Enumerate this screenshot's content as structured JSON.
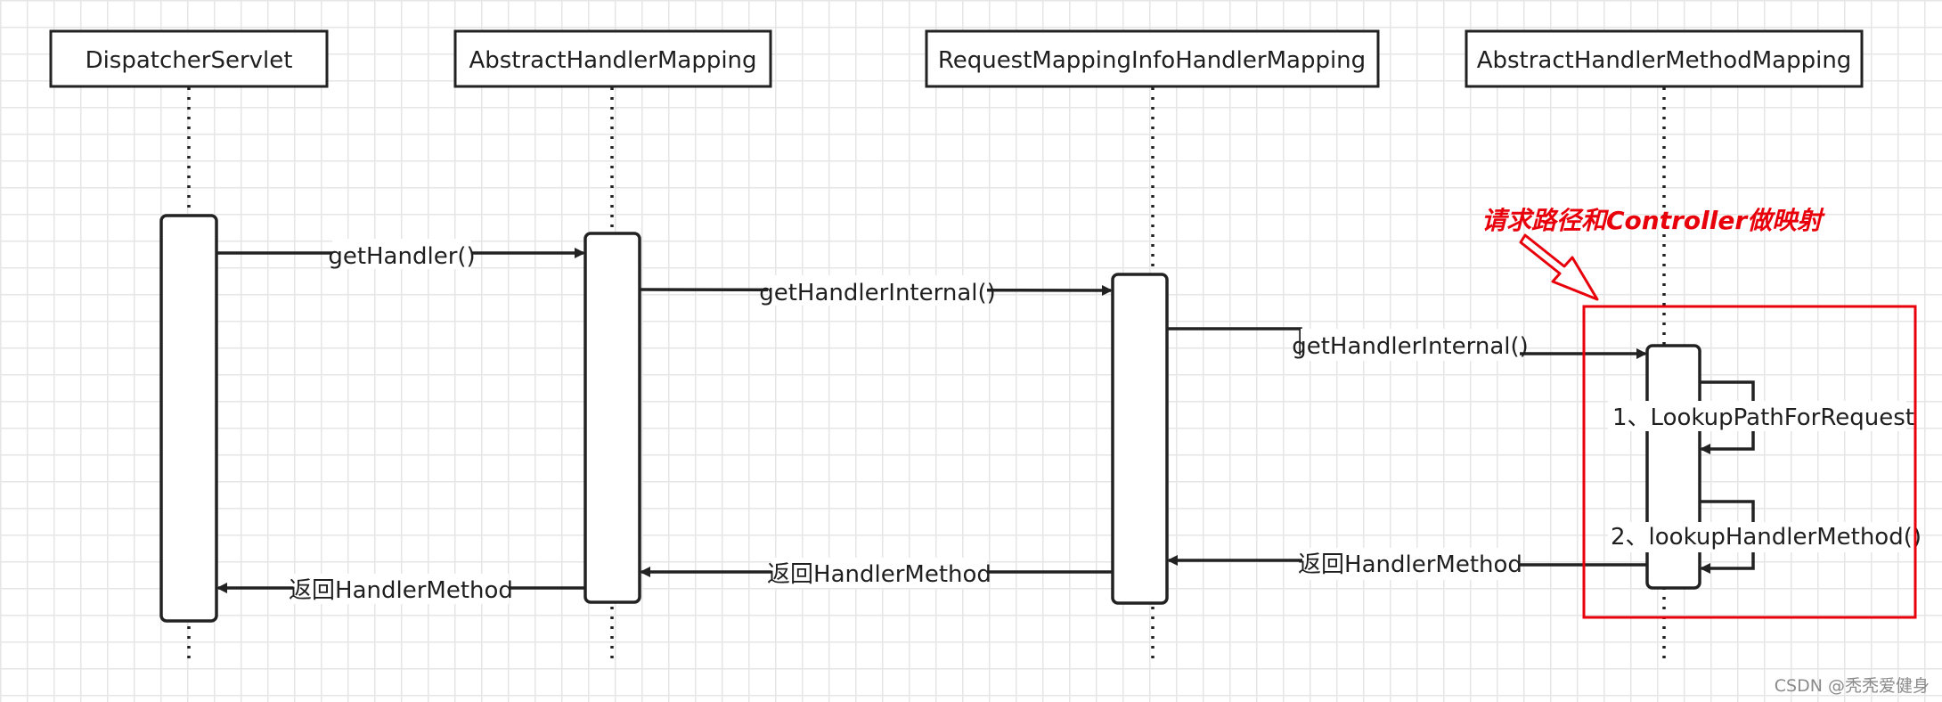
{
  "participants": [
    {
      "id": "p1",
      "name": "DispatcherServlet"
    },
    {
      "id": "p2",
      "name": "AbstractHandlerMapping"
    },
    {
      "id": "p3",
      "name": "RequestMappingInfoHandlerMapping"
    },
    {
      "id": "p4",
      "name": "AbstractHandlerMethodMapping"
    }
  ],
  "messages": {
    "m1": "getHandler()",
    "m2": "getHandlerInternal()",
    "m3": "getHandlerInternal()",
    "s1": "1、LookupPathForRequest",
    "s2": "2、lookupHandlerMethod()",
    "r3": "返回HandlerMethod",
    "r2": "返回HandlerMethod",
    "r1": "返回HandlerMethod"
  },
  "annotation": {
    "text": "请求路径和Controller做映射",
    "color": "#e8000b"
  },
  "watermark": "CSDN @秃秃爱健身",
  "colors": {
    "line": "#222222",
    "grid": "#e6e6e6",
    "highlight": "#e8000b"
  }
}
